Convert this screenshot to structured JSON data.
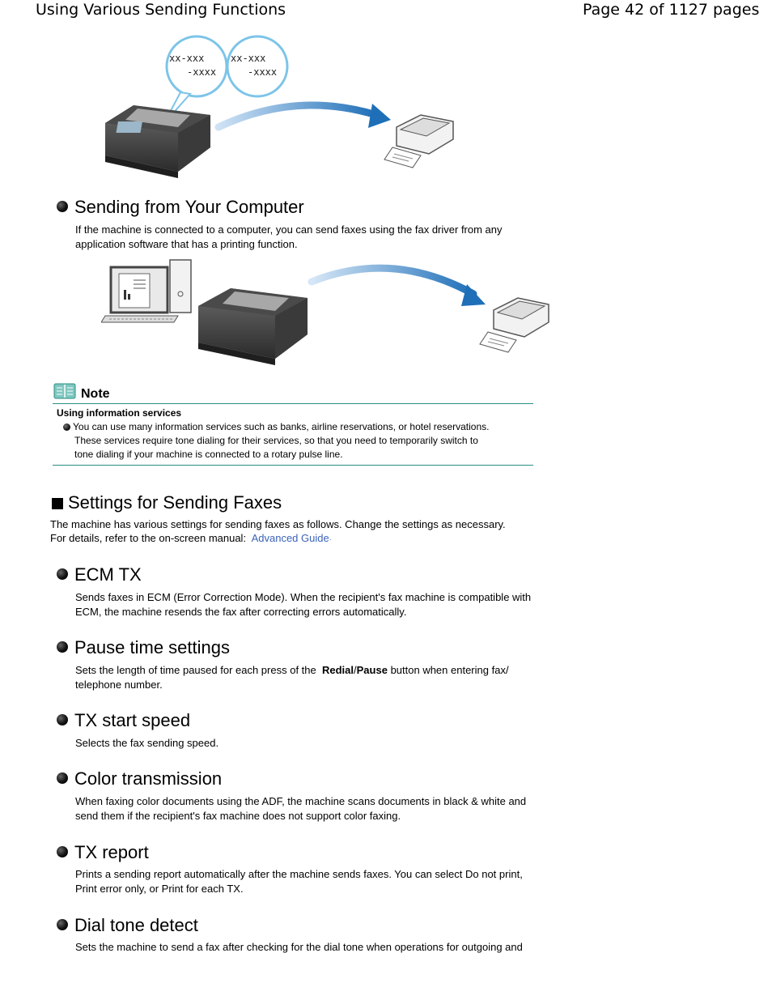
{
  "header": {
    "title": "Using Various Sending Functions",
    "page_info": "Page 42 of 1127 pages"
  },
  "illustration1": {
    "bubble1_line1": "xx-xxx",
    "bubble1_line2": "-xxxx",
    "bubble2_line1": "xx-xxx",
    "bubble2_line2": "-xxxx"
  },
  "sections": {
    "computer": {
      "heading": "Sending from Your Computer",
      "text_line1": "If the machine is connected to a computer, you can send faxes using the fax driver from any",
      "text_line2": "application software that has a printing function."
    }
  },
  "note": {
    "title": "Note",
    "subtitle": "Using information services",
    "line1": "You can use many information services such as banks, airline reservations, or hotel reservations.",
    "line2": "These services require tone dialing for their services, so that you need to temporarily switch to",
    "line3": "tone dialing if your machine is connected to a rotary pulse line."
  },
  "settings": {
    "heading": "Settings for Sending Faxes",
    "intro_line1": "The machine has various settings for sending faxes as follows. Change the settings as necessary.",
    "intro_line2_prefix": "For details, refer to the on-screen manual:",
    "link_text": "Advanced Guide",
    "items": [
      {
        "heading": "ECM TX",
        "line1": "Sends faxes in ECM (Error Correction Mode). When the recipient's fax machine is compatible with",
        "line2": "ECM, the machine resends the fax after correcting errors automatically."
      },
      {
        "heading": "Pause time settings",
        "line1_prefix": "Sets the length of time paused for each press of the",
        "bold1": "Redial",
        "slash": "/",
        "bold2": "Pause",
        "line1_suffix": "button when entering fax/",
        "line2": "telephone number."
      },
      {
        "heading": "TX start speed",
        "line1": "Selects the fax sending speed."
      },
      {
        "heading": "Color transmission",
        "line1": "When faxing color documents using the ADF, the machine scans documents in black & white and",
        "line2": "send them if the recipient's fax machine does not support color faxing."
      },
      {
        "heading": "TX report",
        "line1": "Prints a sending report automatically after the machine sends faxes. You can select Do not print,",
        "line2": "Print error only, or Print for each TX."
      },
      {
        "heading": "Dial tone detect",
        "line1": "Sets the machine to send a fax after checking for the dial tone when operations for outgoing and"
      }
    ]
  },
  "colors": {
    "link": "#3b63b8",
    "note_rule": "#2a8f86",
    "arrow": "#1e6fb8"
  }
}
